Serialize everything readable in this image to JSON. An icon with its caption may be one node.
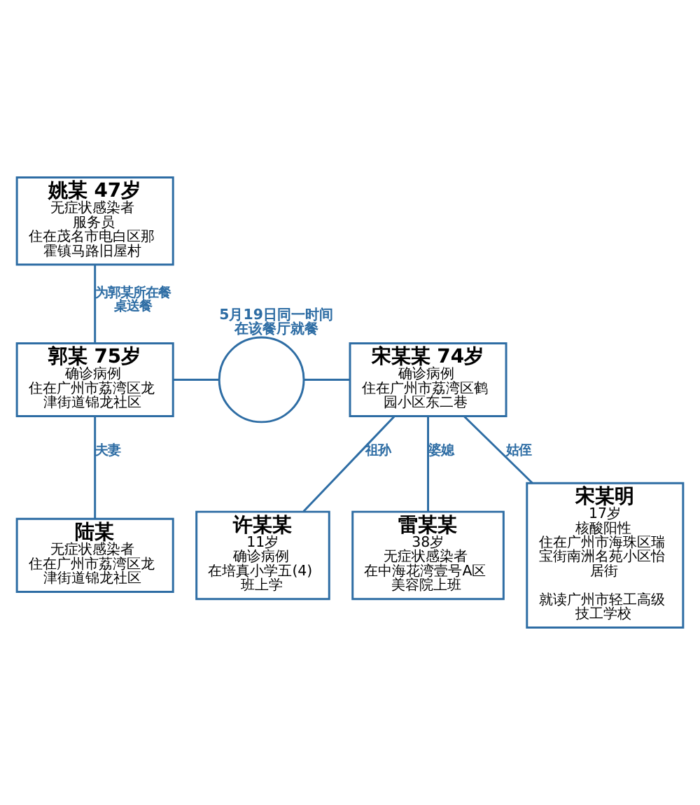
{
  "diagram": {
    "nodes": [
      {
        "text": [
          "姚某 47岁",
          "无症状感染者",
          "服务员",
          "住在茂名市电白区那霍镇马路旧屋村"
        ]
      },
      {
        "text": [
          "郭某 75岁",
          "确诊病例",
          "住在广州市荔湾区龙津街道锦龙社区"
        ]
      },
      {
        "text": [],
        "shape": "circle",
        "beside": [
          "5月19日同一时间在该餐厅就餐"
        ]
      },
      {
        "text": [
          "宋某某 74岁",
          "确诊病例",
          "住在广州市荔湾区鹤园小区东二巷"
        ]
      },
      {
        "text": [
          "陆某",
          "无症状感染者",
          "住在广州市荔湾区龙津街道锦龙社区"
        ]
      },
      {
        "text": [
          "许某某",
          "11岁",
          "确诊病例",
          "在培真小学五(4)班上学"
        ]
      },
      {
        "text": [
          "雷某某",
          "38岁",
          "无症状感染者",
          "在中海花湾壹号A区美容院上班"
        ]
      },
      {
        "text": [
          "宋某明",
          "17岁",
          "核酸阳性",
          "住在广州市海珠区瑞宝街南洲名苑小区怡居街",
          "就读广州市轻工高级技工学校"
        ]
      }
    ],
    "edges": [
      {
        "from": 0,
        "to": 1,
        "arrow": "none",
        "label": "为郭某所在餐桌送餐"
      },
      {
        "from": 1,
        "to": 2,
        "arrow": "none"
      },
      {
        "from": 2,
        "to": 3,
        "arrow": "none"
      },
      {
        "from": 1,
        "to": 4,
        "arrow": "none",
        "label": "夫妻"
      },
      {
        "from": 3,
        "to": 5,
        "arrow": "none",
        "label": "祖孙"
      },
      {
        "from": 3,
        "to": 6,
        "arrow": "none",
        "label": "婆媳"
      },
      {
        "from": 3,
        "to": 7,
        "arrow": "none",
        "label": "姑侄"
      }
    ]
  }
}
